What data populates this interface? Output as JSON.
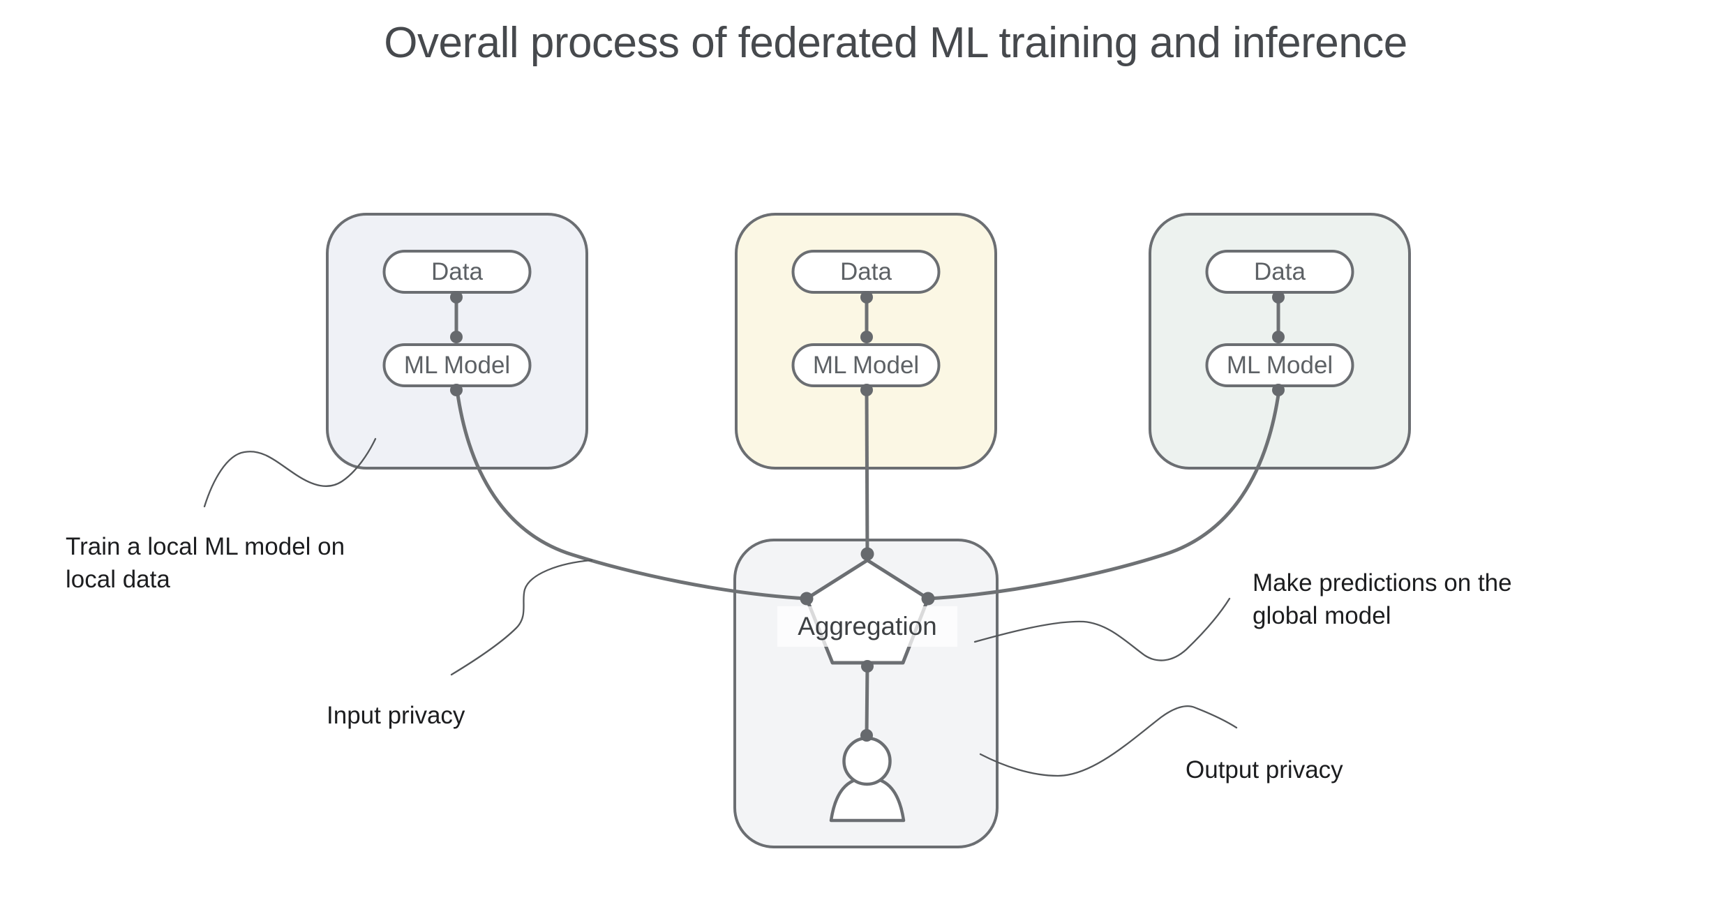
{
  "title": "Overall process of federated ML training and inference",
  "clients": [
    {
      "id": "client-left",
      "data_label": "Data",
      "model_label": "ML Model",
      "fill": "#eff1f6"
    },
    {
      "id": "client-middle",
      "data_label": "Data",
      "model_label": "ML Model",
      "fill": "#fbf7e4"
    },
    {
      "id": "client-right",
      "data_label": "Data",
      "model_label": "ML Model",
      "fill": "#edf2ef"
    }
  ],
  "aggregation": {
    "label": "Aggregation",
    "fill": "#f3f4f6"
  },
  "annotations": {
    "train_local": "Train a local ML model on local data",
    "input_privacy": "Input privacy",
    "make_predictions": "Make predictions on the global model",
    "output_privacy": "Output privacy"
  },
  "icons": {
    "pentagon": "aggregation-pentagon",
    "person": "user-person-icon"
  },
  "colors": {
    "stroke": "#6b6e72",
    "curve": "#6e7174",
    "dot": "#66696d",
    "squiggle": "#54575a",
    "title_text": "#46494d",
    "pill_text": "#5d6165",
    "note_text": "#1c1d1f",
    "client_left_fill": "#eff1f6",
    "client_middle_fill": "#fbf7e4",
    "client_right_fill": "#edf2ef",
    "aggregation_fill": "#f3f4f6"
  }
}
